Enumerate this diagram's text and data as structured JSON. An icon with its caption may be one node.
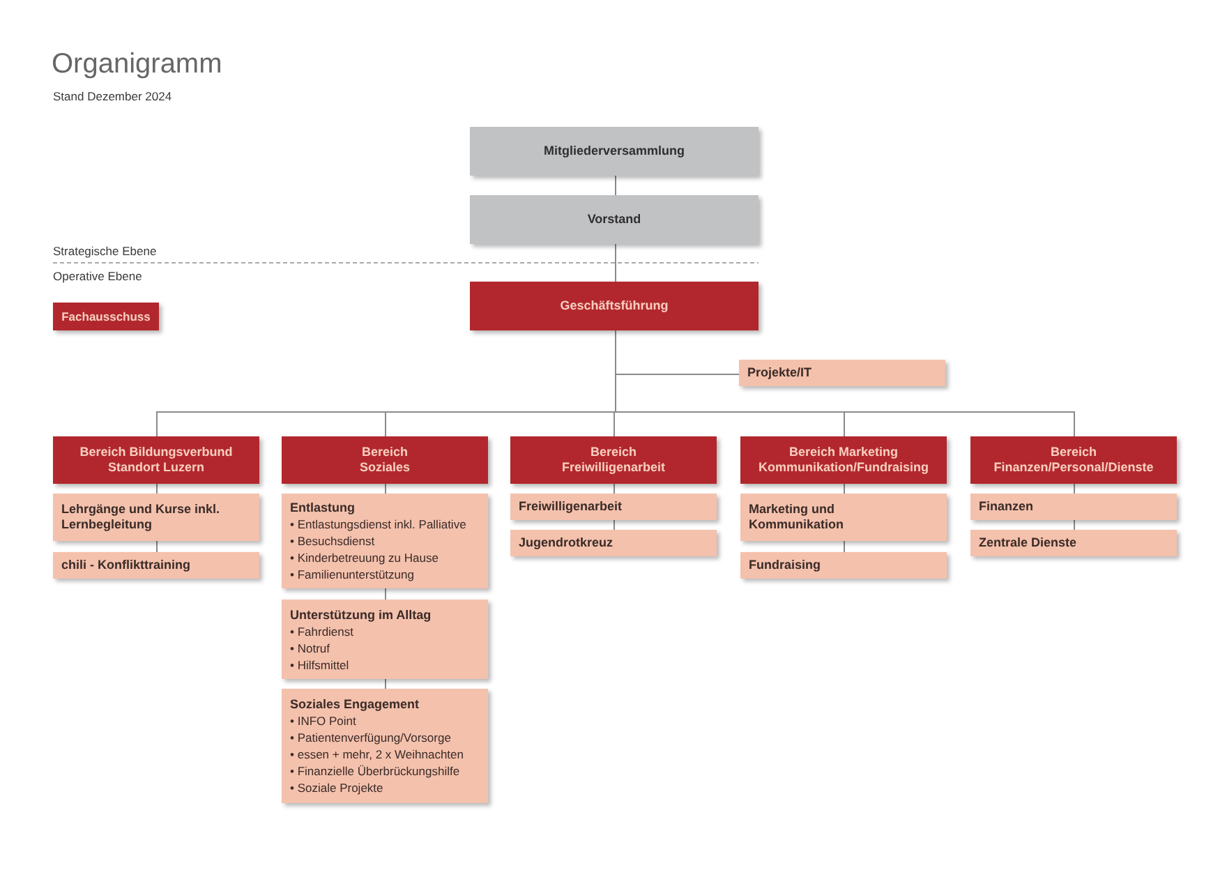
{
  "diagram": {
    "title": "Organigramm",
    "nodes": [
      {
        "text": [
          "Mitgliederversammlung"
        ]
      },
      {
        "text": [
          "Vorstand"
        ]
      },
      {
        "text": [
          "Geschäftsführung"
        ]
      },
      {
        "text": [
          "Fachausschuss"
        ]
      },
      {
        "text": [
          "Projekte/IT"
        ]
      },
      {
        "text": [
          "Bereich Bildungsverbund Standort Luzern"
        ]
      },
      {
        "text": [
          "Bereich Soziales"
        ]
      },
      {
        "text": [
          "Bereich Freiwilligenarbeit"
        ]
      },
      {
        "text": [
          "Bereich Marketing Kommunikation/Fundraising"
        ]
      },
      {
        "text": [
          "Bereich Finanzen/Personal/Dienste"
        ]
      },
      {
        "text": [
          "Lehrgänge und Kurse inkl. Lernbegleitung"
        ]
      },
      {
        "text": [
          "chili - Konflikttraining"
        ]
      },
      {
        "text": [
          "Entlastung",
          "• Entlastungsdienst inkl. Palliative",
          "• Besuchsdienst",
          "• Kinderbetreuung zu Hause",
          "• Familienunterstützung"
        ]
      },
      {
        "text": [
          "Unterstützung im Alltag",
          "• Fahrdienst",
          "• Notruf",
          "• Hilfsmittel"
        ]
      },
      {
        "text": [
          "Soziales Engagement",
          "• INFO Point",
          "• Patientenverfügung/Vorsorge",
          "• essen + mehr, 2 x Weihnachten",
          "• Finanzielle Überbrückungshilfe",
          "• Soziale Projekte"
        ]
      },
      {
        "text": [
          "Freiwilligenarbeit"
        ]
      },
      {
        "text": [
          "Jugendrotkreuz"
        ]
      },
      {
        "text": [
          "Marketing und Kommunikation"
        ]
      },
      {
        "text": [
          "Fundraising"
        ]
      },
      {
        "text": [
          "Finanzen"
        ]
      },
      {
        "text": [
          "Zentrale Dienste"
        ]
      }
    ],
    "edges": [
      {
        "from": 0,
        "to": 1,
        "arrow": "none"
      },
      {
        "from": 1,
        "to": 2,
        "arrow": "none"
      },
      {
        "from": 2,
        "to": 4,
        "arrow": "none"
      },
      {
        "from": 2,
        "to": 5,
        "arrow": "none"
      },
      {
        "from": 2,
        "to": 6,
        "arrow": "none"
      },
      {
        "from": 2,
        "to": 7,
        "arrow": "none"
      },
      {
        "from": 2,
        "to": 8,
        "arrow": "none"
      },
      {
        "from": 2,
        "to": 9,
        "arrow": "none"
      },
      {
        "from": 5,
        "to": 10,
        "arrow": "none"
      },
      {
        "from": 10,
        "to": 11,
        "arrow": "none"
      },
      {
        "from": 6,
        "to": 12,
        "arrow": "none"
      },
      {
        "from": 12,
        "to": 13,
        "arrow": "none"
      },
      {
        "from": 13,
        "to": 14,
        "arrow": "none"
      },
      {
        "from": 7,
        "to": 15,
        "arrow": "none"
      },
      {
        "from": 15,
        "to": 16,
        "arrow": "none"
      },
      {
        "from": 8,
        "to": 17,
        "arrow": "none"
      },
      {
        "from": 17,
        "to": 18,
        "arrow": "none"
      },
      {
        "from": 9,
        "to": 19,
        "arrow": "none"
      },
      {
        "from": 19,
        "to": 20,
        "arrow": "none"
      }
    ],
    "labels": [
      "Stand Dezember 2024",
      "Strategische Ebene",
      "Operative Ebene"
    ]
  }
}
